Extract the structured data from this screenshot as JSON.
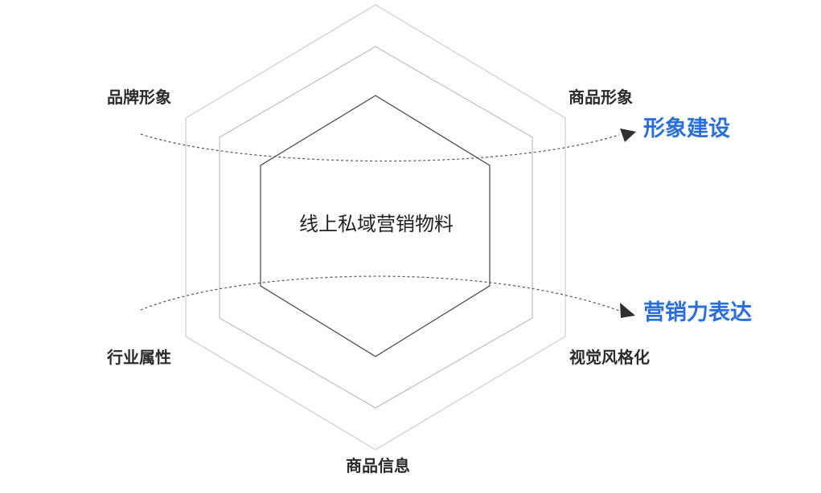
{
  "diagram": {
    "center_label": "线上私域营销物料",
    "vertex_labels": {
      "top_left": "品牌形象",
      "top_right": "商品形象",
      "bottom_left": "行业属性",
      "bottom_right": "视觉风格化",
      "bottom": "商品信息"
    },
    "arrow_labels": {
      "upper": "形象建设",
      "lower": "营销力表达"
    },
    "colors": {
      "accent_blue": "#2a6fdb",
      "outer_hexagon": "#cfcfcf",
      "middle_hexagon": "#bdbdbd",
      "inner_hexagon": "#444444",
      "dashed_arrow": "#555555",
      "text_dark": "#2b2b2b"
    }
  }
}
